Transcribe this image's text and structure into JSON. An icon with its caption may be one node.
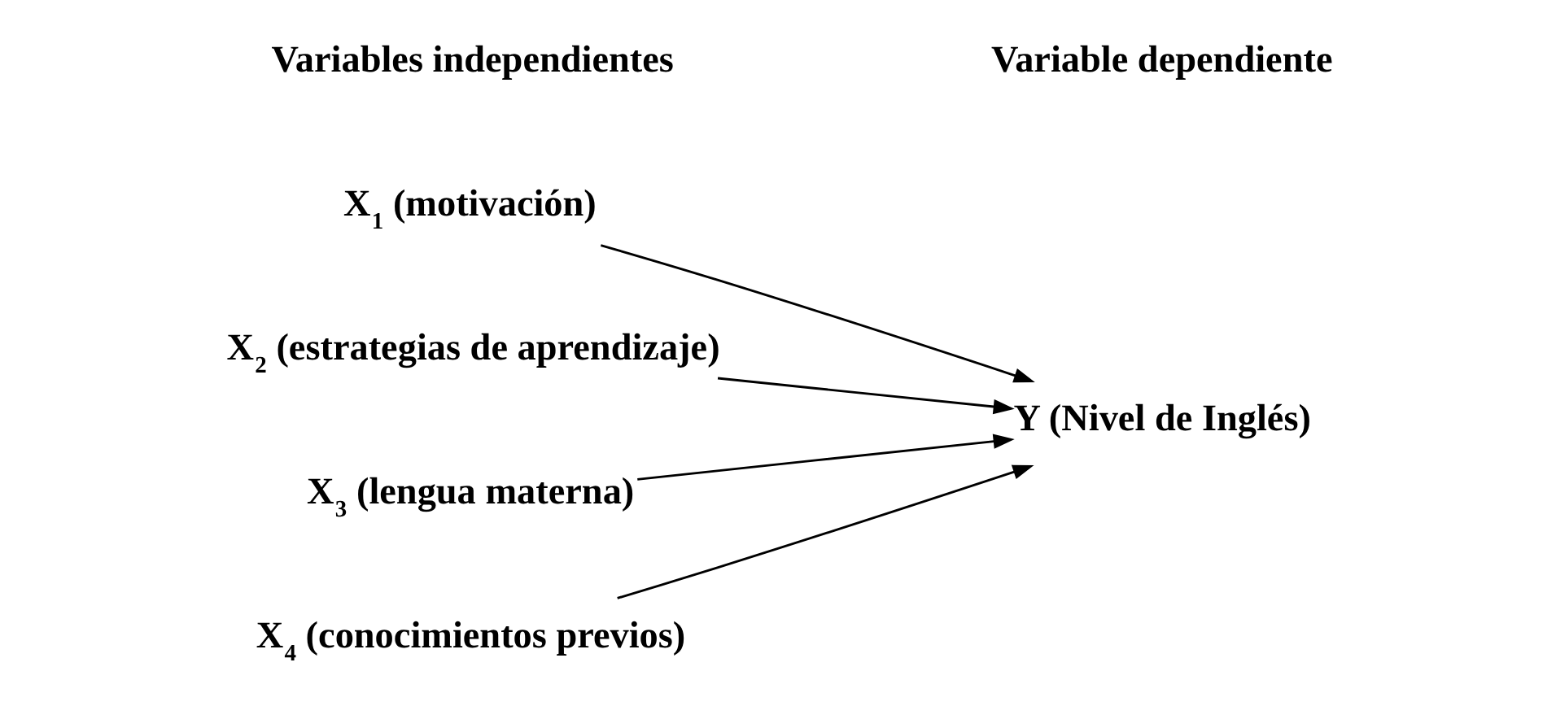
{
  "diagram": {
    "nodes": [
      {
        "text": [
          "X$_{1}$ (motivación)"
        ]
      },
      {
        "text": [
          "X$_{2}$ (estrategias de aprendizaje)"
        ]
      },
      {
        "text": [
          "X$_{3}$ (lengua materna)"
        ]
      },
      {
        "text": [
          "X$_{4}$ (conocimientos previos)"
        ]
      },
      {
        "text": [
          "Y (Nivel de Inglés)"
        ]
      }
    ],
    "edges": [
      {
        "from": 0,
        "to": 4,
        "arrow": "to"
      },
      {
        "from": 1,
        "to": 4,
        "arrow": "to"
      },
      {
        "from": 2,
        "to": 4,
        "arrow": "to"
      },
      {
        "from": 3,
        "to": 4,
        "arrow": "to"
      }
    ],
    "labels": [
      "Variables independientes",
      "Variable dependiente"
    ]
  }
}
